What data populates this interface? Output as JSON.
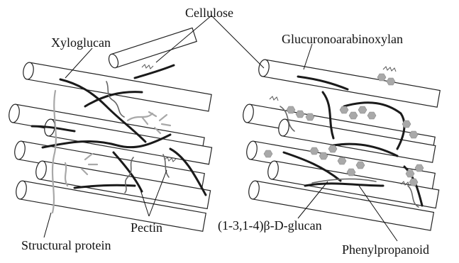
{
  "labels": {
    "cellulose": "Cellulose",
    "xyloglucan": "Xyloglucan",
    "glucuronoarabinoxylan": "Glucuronoarabinoxylan",
    "pectin": "Pectin",
    "structural_protein": "Structural protein",
    "glucan": "(1-3,1-4)β-D-glucan",
    "phenylpropanoid": "Phenylpropanoid"
  },
  "colors": {
    "outline": "#222222",
    "polymer_dark": "#1a1a1a",
    "polymer_mid": "#666666",
    "polymer_light": "#a8a8a8",
    "phenylpropanoid_hex": "#a9a9a9"
  },
  "panels": [
    {
      "name": "left-panel",
      "type": "type-I-wall"
    },
    {
      "name": "right-panel",
      "type": "type-II-wall"
    }
  ]
}
